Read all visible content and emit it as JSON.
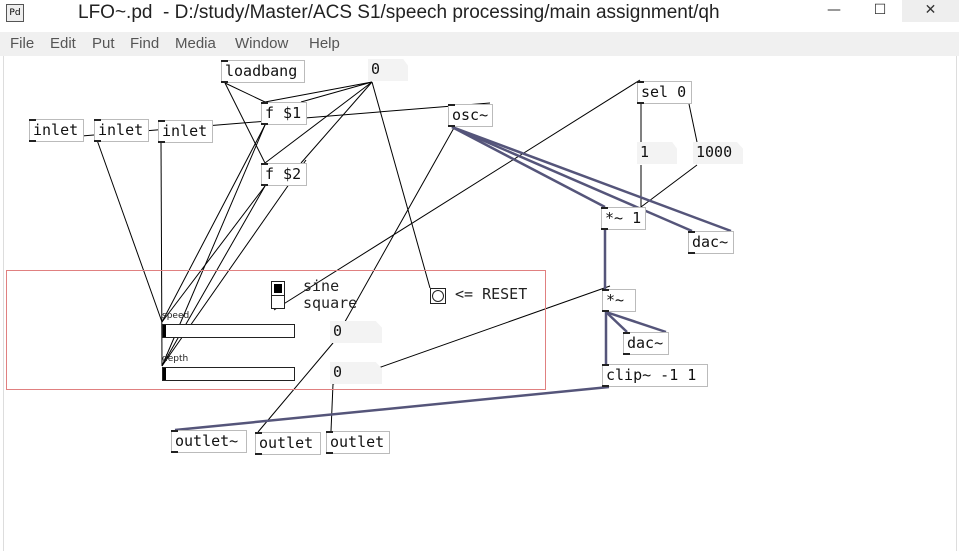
{
  "window": {
    "app_icon": "Pd",
    "title": "LFO~.pd  - D:/study/Master/ACS S1/speech processing/main assignment/qh",
    "minimize_glyph": "—",
    "maximize_glyph": "☐",
    "close_glyph": "✕"
  },
  "menu": [
    "File",
    "Edit",
    "Put",
    "Find",
    "Media",
    "Window",
    "Help"
  ],
  "objects": {
    "loadbang": "loadbang",
    "f1": "f $1",
    "f2": "f $2",
    "osc": "osc~",
    "sel": "sel 0",
    "mul1": "*~ 1",
    "dac1": "dac~",
    "mul2": "*~",
    "dac2": "dac~",
    "clip": "clip~ -1 1",
    "inlet1": "inlet",
    "inlet2": "inlet",
    "inlet3": "inlet",
    "outlet_sig": "outlet~",
    "outlet1": "outlet",
    "outlet2": "outlet"
  },
  "messages": {
    "one": "1",
    "thousand": "1000"
  },
  "numbers": {
    "top": "0",
    "speed": "0",
    "depth": "0"
  },
  "gui": {
    "radio_labels": "sine\nsquare",
    "radio_selected_index": 0,
    "reset_label": "<= RESET",
    "speed_label": "speed",
    "depth_label": "depth",
    "speed_value": 0,
    "depth_value": 0
  },
  "colors": {
    "gop_border": "#e08080",
    "signal_wire": "#55557a",
    "control_wire": "#000000"
  }
}
